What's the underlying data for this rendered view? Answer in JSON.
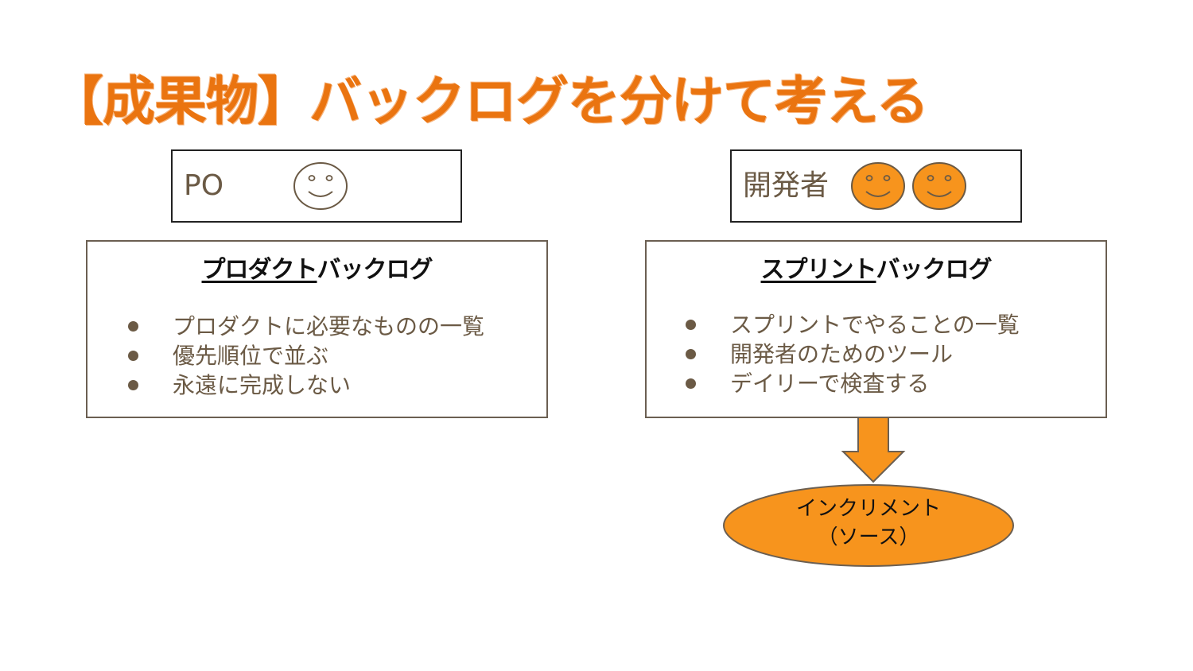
{
  "title": "【成果物】バックログを分けて考える",
  "po_box": {
    "label": "PO",
    "face_icon": "smiley-outline-icon"
  },
  "dev_box": {
    "label": "開発者",
    "face_icons": [
      "smiley-orange-icon",
      "smiley-orange-icon"
    ]
  },
  "product_backlog": {
    "title_underlined": "プロダクト",
    "title_rest": "バックログ",
    "items": [
      "プロダクトに必要なものの一覧",
      "優先順位で並ぶ",
      "永遠に完成しない"
    ]
  },
  "sprint_backlog": {
    "title_underlined": "スプリント",
    "title_rest": "バックログ",
    "items": [
      "スプリントでやることの一覧",
      "開発者のためのツール",
      "デイリーで検査する"
    ]
  },
  "increment": {
    "line1": "インクリメント",
    "line2": "（ソース）"
  },
  "colors": {
    "accent": "#ea7410",
    "orange_fill": "#f7941d",
    "text_brown": "#6b5a45",
    "border_dark": "#222222"
  }
}
